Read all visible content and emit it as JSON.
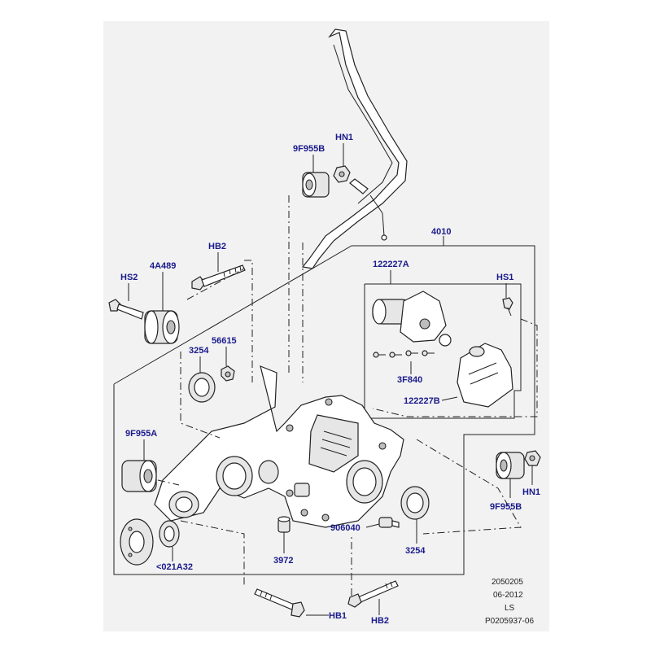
{
  "diagram": {
    "background": "#ffffff",
    "panel_color": "#f2f2f2",
    "callout_color": "#1a1a8c",
    "callouts": {
      "c_9f955b_top": "9F955B",
      "c_hn1_top": "HN1",
      "c_4010": "4010",
      "c_hb2_top": "HB2",
      "c_4a489": "4A489",
      "c_hs2": "HS2",
      "c_122227a": "122227A",
      "c_hs1": "HS1",
      "c_56615": "56615",
      "c_3254_left": "3254",
      "c_3f840": "3F840",
      "c_122227b": "122227B",
      "c_9f955a": "9F955A",
      "c_9f955b_right": "9F955B",
      "c_hn1_right": "HN1",
      "c_906040": "906040",
      "c_3254_right": "3254",
      "c_3972": "3972",
      "c_021a32": "<021A32",
      "c_hb1": "HB1",
      "c_hb2_bottom": "HB2"
    },
    "reference": {
      "line1": "2050205",
      "line2": "06-2012",
      "line3": "LS",
      "line4": "P0205937-06"
    }
  }
}
